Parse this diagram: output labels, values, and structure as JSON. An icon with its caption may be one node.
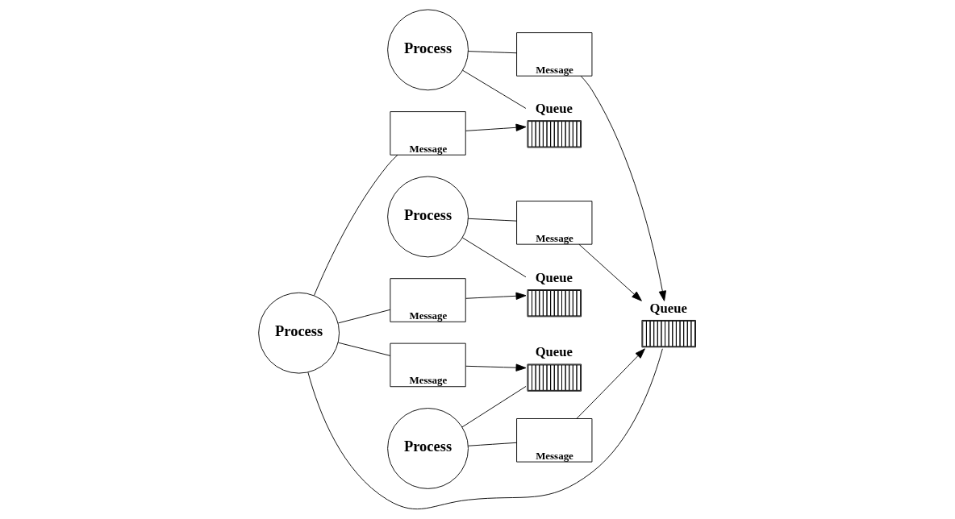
{
  "diagram": {
    "nodes": [
      {
        "text": [
          "Process"
        ]
      },
      {
        "text": [
          "Queue"
        ]
      },
      {
        "text": [
          "Process"
        ]
      },
      {
        "text": [
          "Queue"
        ]
      },
      {
        "text": [
          "Process"
        ]
      },
      {
        "text": [
          "Queue"
        ]
      },
      {
        "text": [
          "Process"
        ]
      },
      {
        "text": [
          "Queue"
        ]
      },
      {
        "text": [
          "Message"
        ]
      },
      {
        "text": [
          "Message"
        ]
      },
      {
        "text": [
          "Message"
        ]
      },
      {
        "text": [
          "Message"
        ]
      },
      {
        "text": [
          "Message"
        ]
      },
      {
        "text": [
          "Message"
        ]
      }
    ],
    "edges": [
      {
        "from": 0,
        "to": 1,
        "arrow": "none"
      },
      {
        "from": 2,
        "to": 3,
        "arrow": "none"
      },
      {
        "from": 4,
        "to": 5,
        "arrow": "none"
      },
      {
        "from": 6,
        "to": 7,
        "arrow": "none"
      },
      {
        "from": 2,
        "to": 8,
        "arrow": "none"
      },
      {
        "from": 8,
        "to": 1,
        "arrow": "to"
      },
      {
        "from": 0,
        "to": 9,
        "arrow": "none"
      },
      {
        "from": 9,
        "to": 3,
        "arrow": "to"
      },
      {
        "from": 4,
        "to": 10,
        "arrow": "none"
      },
      {
        "from": 10,
        "to": 3,
        "arrow": "to"
      },
      {
        "from": 6,
        "to": 11,
        "arrow": "none"
      },
      {
        "from": 11,
        "to": 3,
        "arrow": "to"
      },
      {
        "from": 2,
        "to": 12,
        "arrow": "none"
      },
      {
        "from": 12,
        "to": 5,
        "arrow": "to"
      },
      {
        "from": 2,
        "to": 13,
        "arrow": "none"
      },
      {
        "from": 13,
        "to": 7,
        "arrow": "to"
      }
    ]
  }
}
